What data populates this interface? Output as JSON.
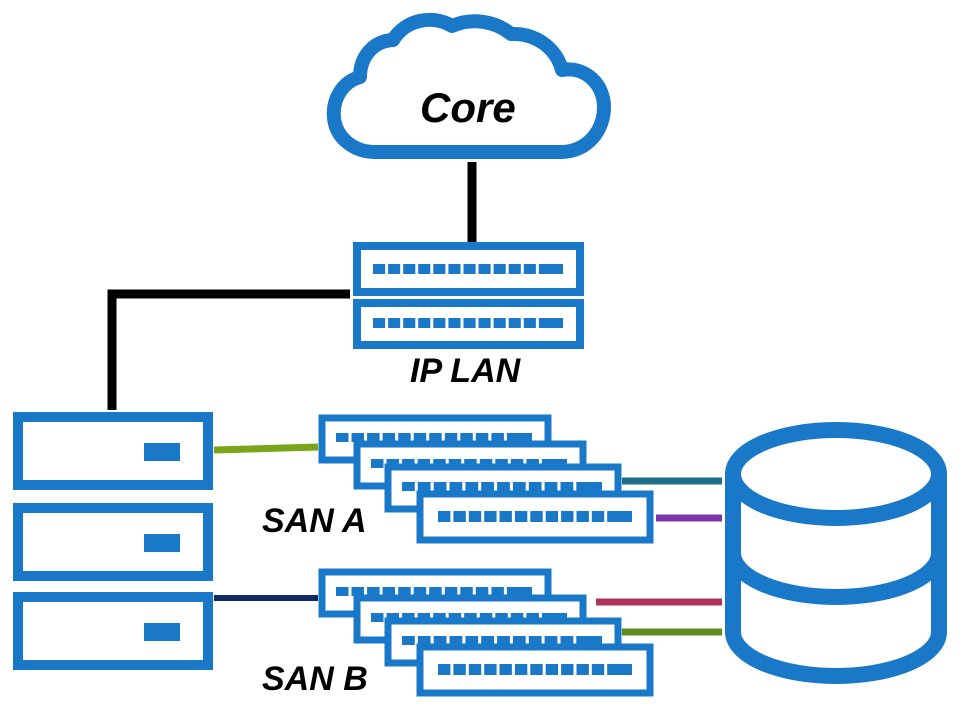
{
  "labels": {
    "core": "Core",
    "ip_lan": "IP LAN",
    "san_a": "SAN A",
    "san_b": "SAN B"
  },
  "colors": {
    "device_blue": "#1a78c8",
    "link_black": "#000000",
    "link_green_server_sana": "#7aa51a",
    "link_navy_server_sanb": "#0e2a66",
    "link_teal_sana_storage": "#1e6e8c",
    "link_purple_sana_storage": "#7a35a8",
    "link_magenta_sanb_storage": "#b0305c",
    "link_olive_sanb_storage": "#5e8c22"
  },
  "icons": [
    "cloud-icon",
    "switch-icon",
    "server-icon",
    "database-icon"
  ]
}
